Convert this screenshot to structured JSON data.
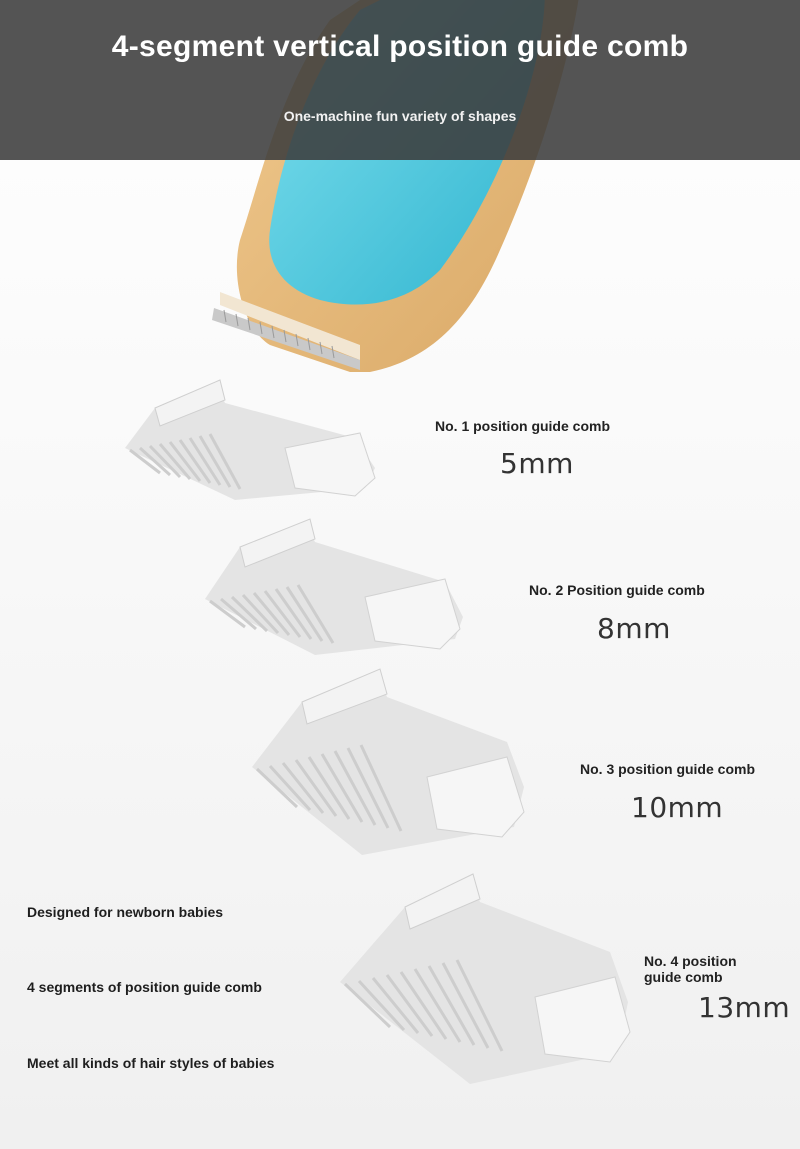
{
  "header": {
    "title": "4-segment vertical position guide comb",
    "subtitle": "One-machine fun variety of shapes"
  },
  "combs": [
    {
      "label": "No. 1 position guide comb",
      "size": "5mm"
    },
    {
      "label": "No. 2 Position guide comb",
      "size": "8mm"
    },
    {
      "label": "No. 3 position guide comb",
      "size": "10mm"
    },
    {
      "label_line1": "No. 4 position",
      "label_line2": "guide comb",
      "size": "13mm"
    }
  ],
  "features": [
    "Designed for newborn babies",
    "4 segments of position guide comb",
    "Meet all kinds of hair styles of babies"
  ],
  "colors": {
    "header_bg": "#3c3c3c",
    "trimmer_body": "#e5b77a",
    "trimmer_panel": "#4cc6dc",
    "comb": "#e7e7e7"
  }
}
